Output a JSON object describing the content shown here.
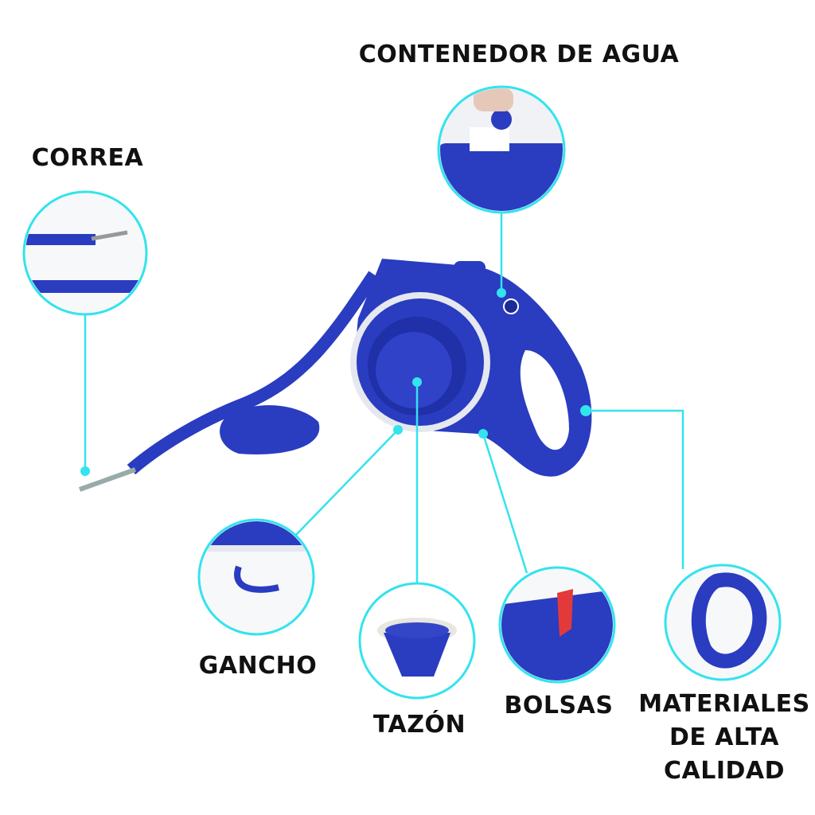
{
  "colors": {
    "accent": "#33e3ee",
    "product_blue": "#2a3cc0",
    "dark_blue": "#1c2a96"
  },
  "callouts": {
    "water_container": {
      "label": "CONTENEDOR DE AGUA"
    },
    "leash": {
      "label": "CORREA"
    },
    "hook": {
      "label": "GANCHO"
    },
    "bowl": {
      "label": "TAZÓN"
    },
    "bags": {
      "label": "BOLSAS"
    },
    "materials": {
      "label_lines": [
        "MATERIALES",
        "DE ALTA",
        "CALIDAD"
      ]
    }
  }
}
